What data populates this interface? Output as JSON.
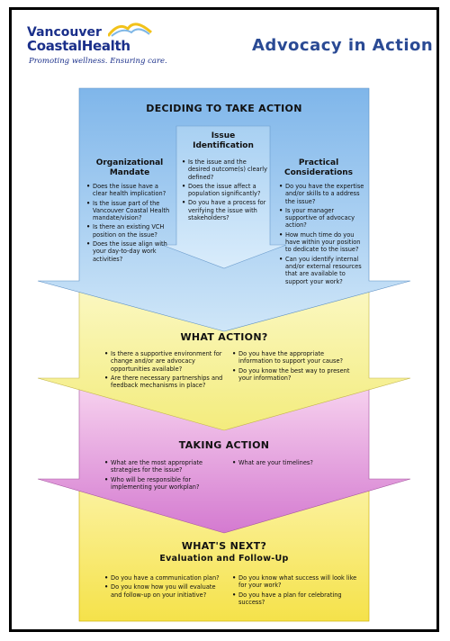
{
  "header": {
    "logo_line1": "Vancouver",
    "logo_line2_a": "Coastal",
    "logo_line2_b": "Health",
    "tagline": "Promoting wellness. Ensuring care.",
    "title": "Advocacy in Action"
  },
  "colors": {
    "brand_blue": "#1a2f8a",
    "section1": "#a9cdf0",
    "section2": "#f7f2a0",
    "section3": "#e7a6df",
    "section4": "#f7ea58"
  },
  "deciding": {
    "title": "DECIDING TO TAKE ACTION",
    "issue": {
      "title_line1": "Issue",
      "title_line2": "Identification",
      "items": [
        "Is the issue and the desired outcome(s) clearly defined?",
        "Does the issue affect a population significantly?",
        "Do you have a process for verifying the issue with stakeholders?"
      ]
    },
    "organizational": {
      "title_line1": "Organizational",
      "title_line2": "Mandate",
      "items": [
        "Does the issue have a clear health implication?",
        "Is the issue part of the Vancouver Coastal Health mandate/vision?",
        "Is there an existing VCH position on the issue?",
        "Does the issue align with your day-to-day work activities?"
      ]
    },
    "practical": {
      "title_line1": "Practical",
      "title_line2": "Considerations",
      "items": [
        "Do you have the expertise and/or skills to a address the issue?",
        "Is your manager supportive of advocacy action?",
        "How much time do you have within your position to dedicate to the issue?",
        "Can you identify internal and/or external resources that are available to support your work?"
      ]
    }
  },
  "what_action": {
    "title": "WHAT ACTION?",
    "left_items": [
      "Is there a supportive environment for change and/or are advocacy opportunities available?",
      "Are there necessary partnerships and feedback mechanisms in place?"
    ],
    "right_items": [
      "Do you have the appropriate information to support your cause?",
      "Do you know the best way to present your information?"
    ]
  },
  "taking_action": {
    "title": "TAKING ACTION",
    "left_items": [
      "What are the most appropriate strategies for the issue?",
      "Who will be responsible for implementing your workplan?"
    ],
    "right_items": [
      "What are your timelines?"
    ]
  },
  "whats_next": {
    "title": "WHAT'S NEXT?",
    "subtitle": "Evaluation and Follow-Up",
    "left_items": [
      "Do you have a communication plan?",
      "Do you know how you will evaluate and follow-up on your initiative?"
    ],
    "right_items": [
      "Do you know what success will look like for your work?",
      "Do you have a plan for celebrating success?"
    ]
  }
}
